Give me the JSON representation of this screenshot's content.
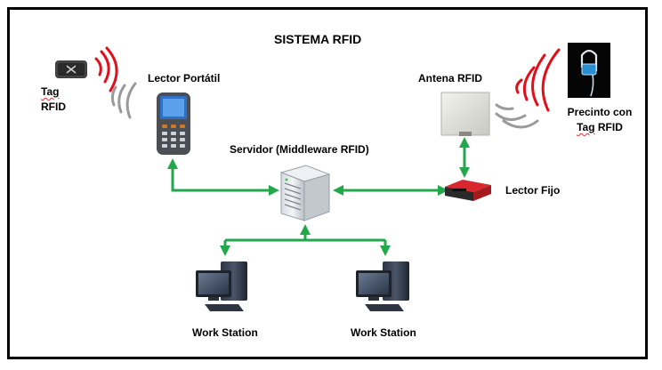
{
  "title": "SISTEMA RFID",
  "labels": {
    "tag_line1": "Tag",
    "tag_line2": "RFID",
    "lector_portatil": "Lector Portátil",
    "antena_rfid": "Antena RFID",
    "precinto_line1": "Precinto con",
    "precinto_tag": "Tag",
    "precinto_rfid": "RFID",
    "servidor": "Servidor (Middleware RFID)",
    "lector_fijo": "Lector Fijo",
    "workstation_left": "Work Station",
    "workstation_right": "Work Station"
  },
  "colors": {
    "connector": "#22a84a",
    "signal_red": "#e0101a",
    "signal_gray": "#9a9a9a",
    "border": "#000000"
  },
  "icons": [
    "rfid-tag-icon",
    "handheld-reader-icon",
    "rfid-antenna-icon",
    "seal-tag-icon",
    "server-icon",
    "fixed-reader-icon",
    "workstation-icon"
  ]
}
